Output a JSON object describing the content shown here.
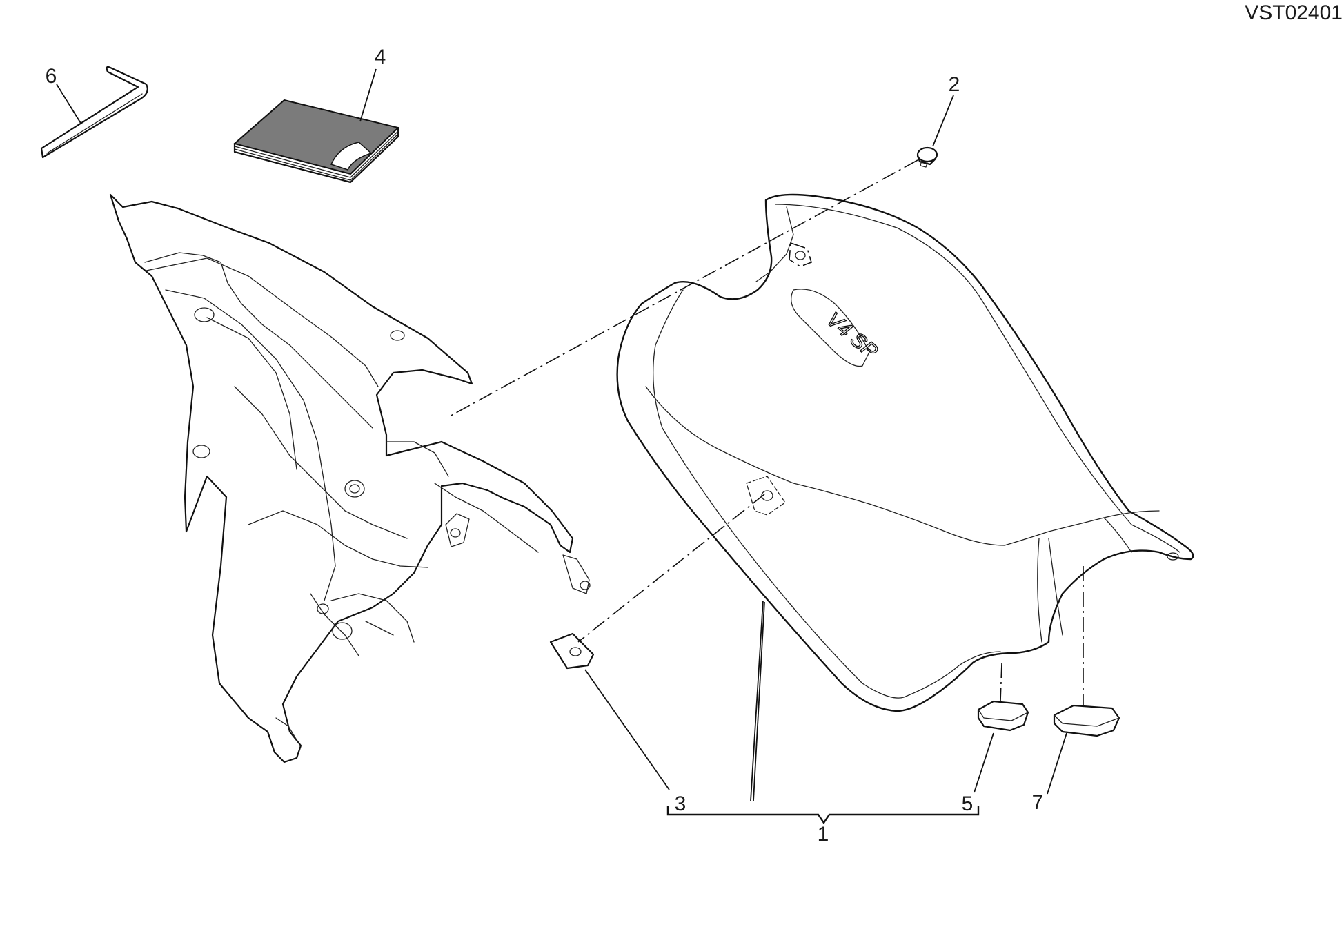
{
  "drawing_code": "VST02401",
  "callouts": [
    {
      "id": "1",
      "label": "1"
    },
    {
      "id": "2",
      "label": "2"
    },
    {
      "id": "3",
      "label": "3"
    },
    {
      "id": "4",
      "label": "4"
    },
    {
      "id": "5",
      "label": "5"
    },
    {
      "id": "6",
      "label": "6"
    },
    {
      "id": "7",
      "label": "7"
    }
  ],
  "seat_logo_text": "V4 SP",
  "colors": {
    "line": "#111111",
    "booklet_fill": "#7b7b7b",
    "background": "#ffffff"
  }
}
